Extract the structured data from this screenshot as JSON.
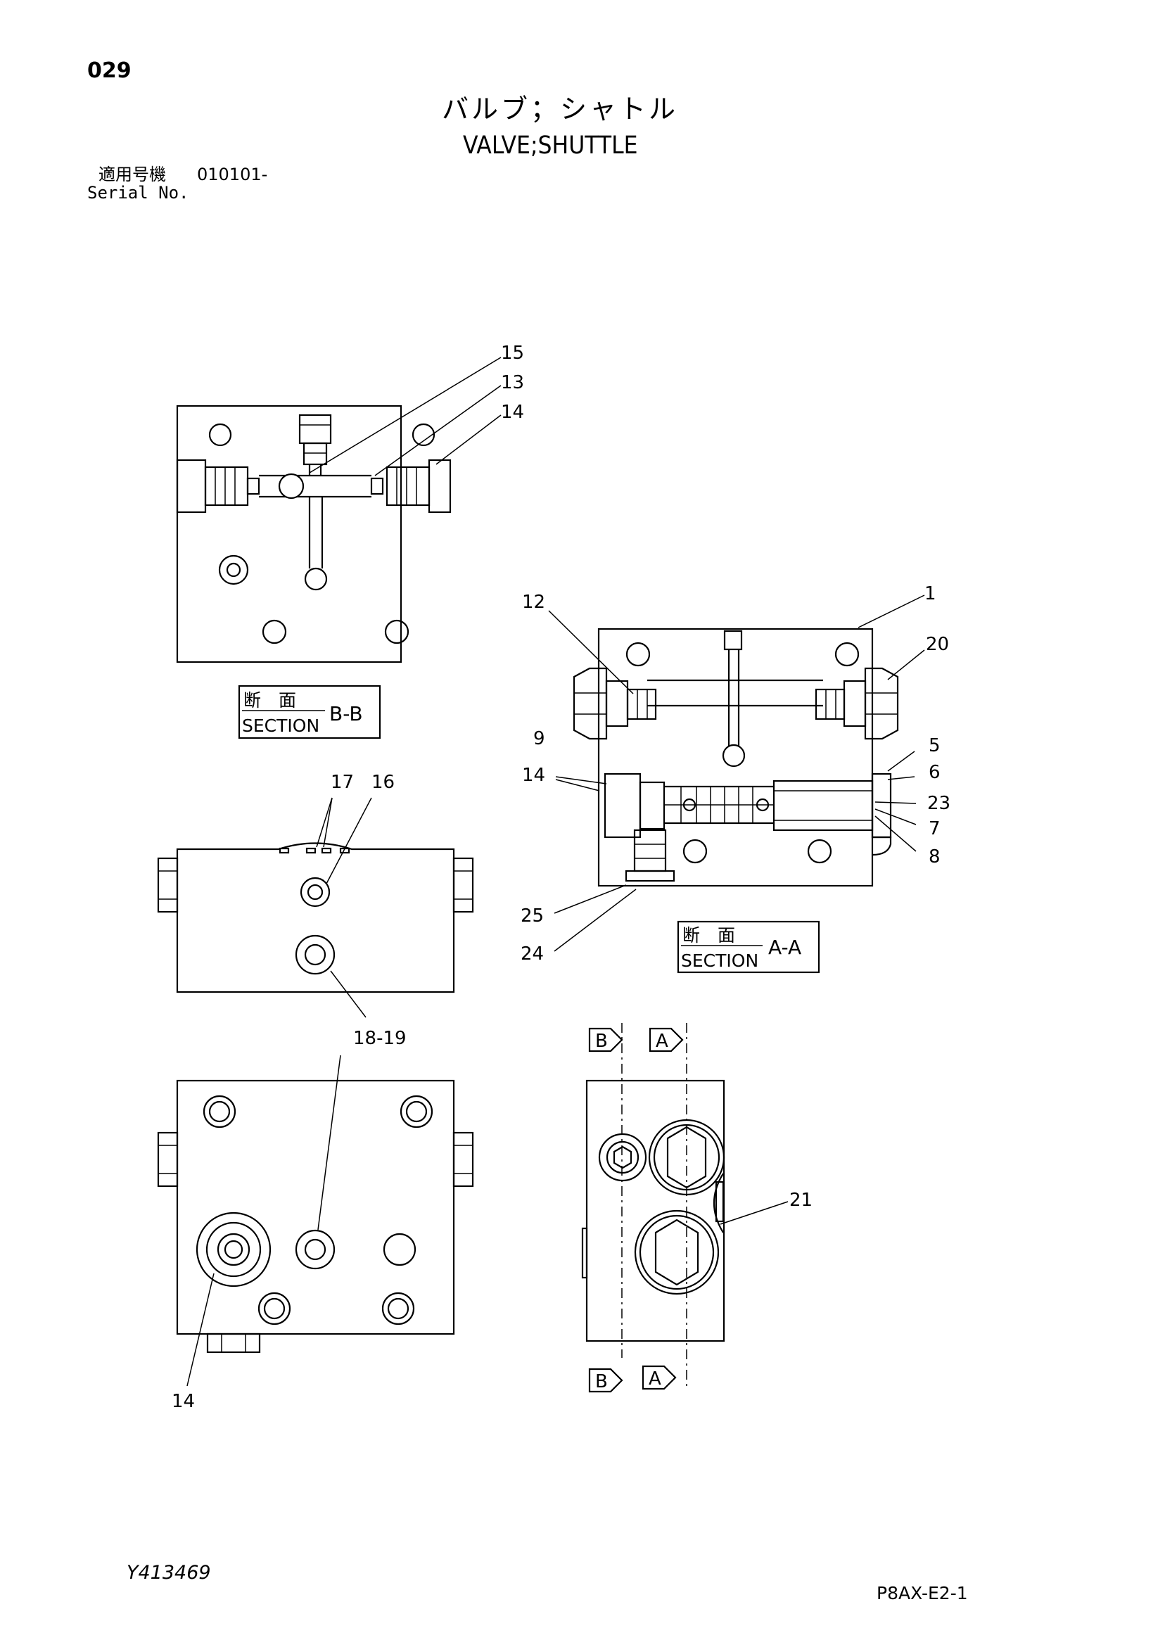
{
  "header": {
    "page_number": "029",
    "title_ja": "バルブ；シャトル",
    "title_en": "VALVE;SHUTTLE",
    "serial_label_ja": "適用号機",
    "serial_value": "010101-",
    "serial_label_en": "Serial No."
  },
  "sections": {
    "bb": {
      "ja": "断　面",
      "en": "SECTION",
      "id": "B-B"
    },
    "aa": {
      "ja": "断　面",
      "en": "SECTION",
      "id": "A-A"
    }
  },
  "callouts": {
    "c15": "15",
    "c13": "13",
    "c14_top": "14",
    "c12": "12",
    "c1": "1",
    "c20": "20",
    "c9": "9",
    "c14_mid": "14",
    "c5": "5",
    "c6": "6",
    "c23": "23",
    "c7": "7",
    "c8": "8",
    "c25": "25",
    "c24": "24",
    "c17": "17",
    "c16": "16",
    "c18_19": "18-19",
    "c14_bottom": "14",
    "c21": "21"
  },
  "section_markers": {
    "b_top": "B",
    "a_top": "A",
    "b_bottom": "B",
    "a_bottom": "A"
  },
  "footer": {
    "drawing_number": "Y413469",
    "sheet_code": "P8AX-E2-1"
  }
}
